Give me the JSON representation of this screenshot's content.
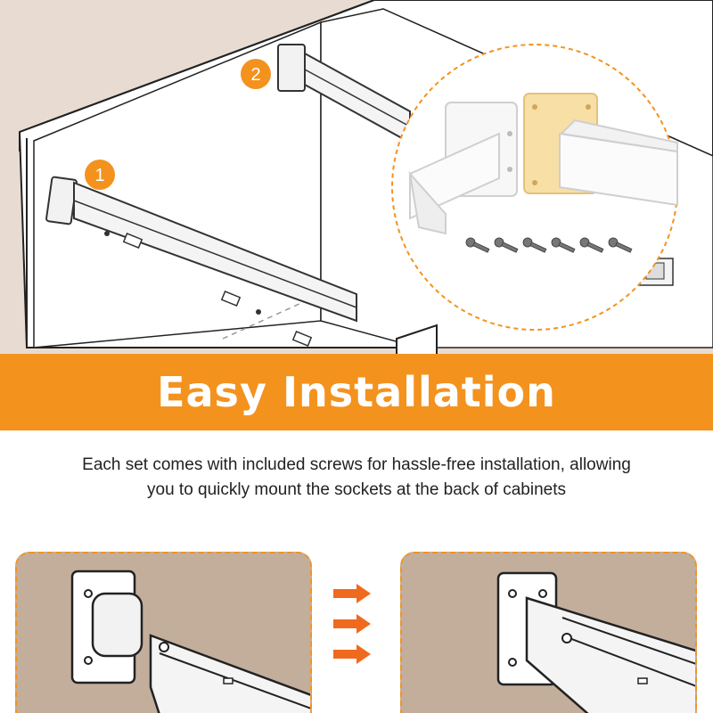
{
  "banner": {
    "title": "Easy Installation"
  },
  "description": {
    "line1": "Each set comes with included screws for hassle-free installation, allowing",
    "line2": "you to quickly mount the sockets at the back of cabinets"
  },
  "steps": [
    {
      "label": "1"
    },
    {
      "label": "2"
    }
  ],
  "colors": {
    "accent": "#f4921e",
    "panel_bg": "#c3ae9c",
    "cabinet_bg": "#e8dcd2",
    "socket_yellow": "#f7dfa6"
  }
}
